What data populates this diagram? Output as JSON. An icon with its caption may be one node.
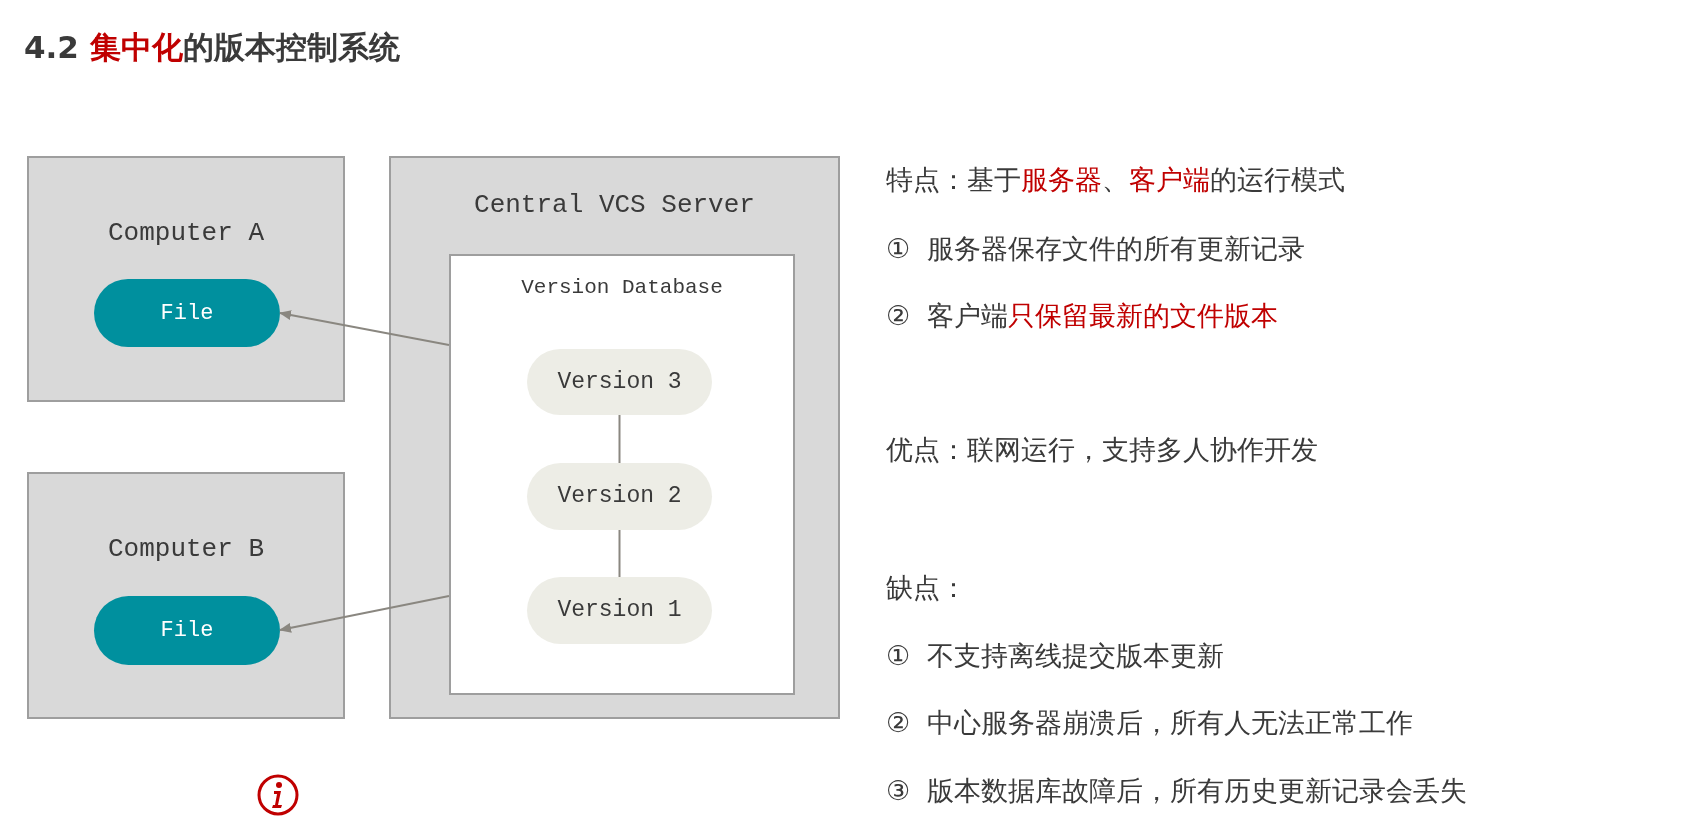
{
  "diagram": {
    "title": "4.2 **集中化**的版本控制系统",
    "nodes": [
      {
        "text": [
          "Computer A"
        ]
      },
      {
        "text": [
          "File"
        ],
        "in": 0
      },
      {
        "text": [
          "Computer B"
        ]
      },
      {
        "text": [
          "File"
        ],
        "in": 2
      },
      {
        "text": [
          "Central VCS Server"
        ]
      },
      {
        "text": [
          "Version Database"
        ],
        "in": 4
      },
      {
        "text": [
          "Version 3"
        ],
        "in": 5
      },
      {
        "text": [
          "Version 2"
        ],
        "in": 5
      },
      {
        "text": [
          "Version 1"
        ],
        "in": 5
      }
    ],
    "edges": [
      {
        "from": 5,
        "to": 1,
        "arrow": "to"
      },
      {
        "from": 5,
        "to": 3,
        "arrow": "to"
      },
      {
        "from": 6,
        "to": 7,
        "arrow": "none"
      },
      {
        "from": 7,
        "to": 8,
        "arrow": "none"
      }
    ],
    "labels": [
      "特点：基于**服务器**、**客户端**的运行模式",
      "①  服务器保存文件的所有更新记录",
      "②  客户端**只保留最新的文件版本**",
      "优点：联网运行，支持多人协作开发",
      "缺点：",
      "①  不支持离线提交版本更新",
      "②  中心服务器崩溃后，所有人无法正常工作",
      "③  版本数据库故障后，所有历史更新记录会丢失"
    ]
  }
}
